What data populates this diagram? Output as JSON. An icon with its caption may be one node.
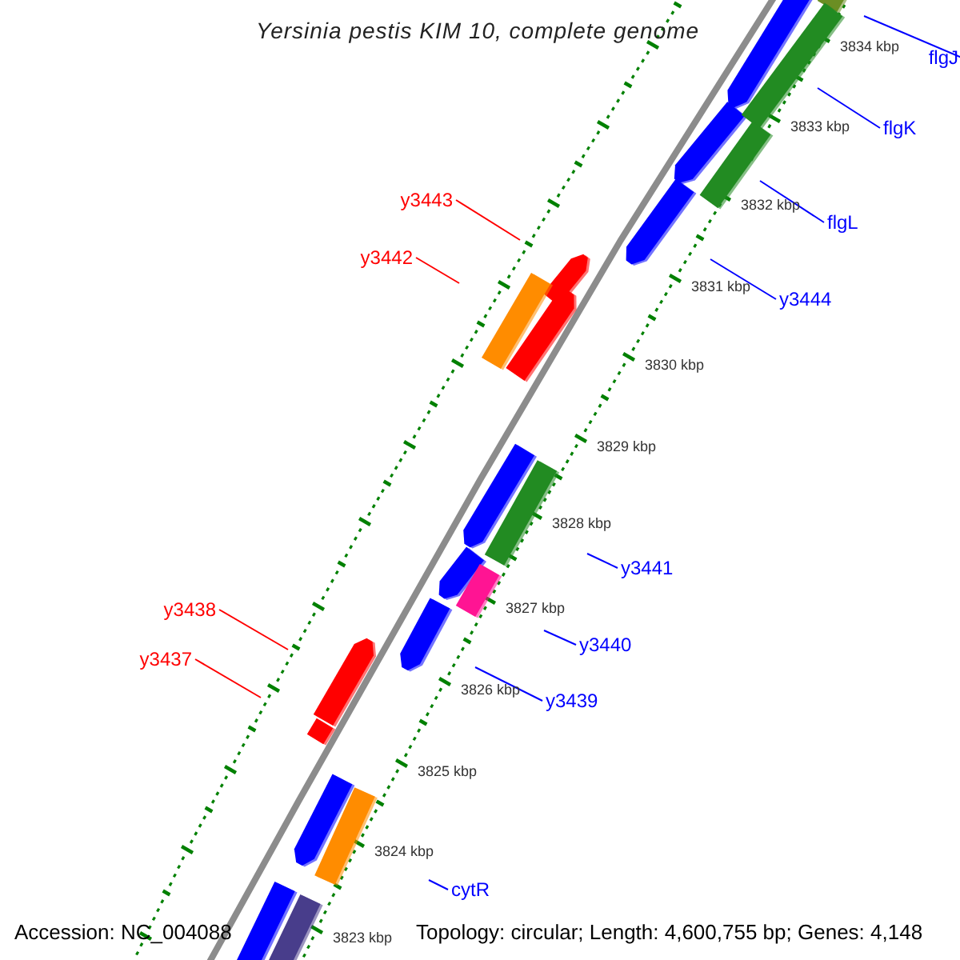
{
  "diagram": {
    "title": "Yersinia pestis KIM 10, complete genome",
    "nodes": [
      {
        "text": [
          "flgJ"
        ]
      },
      {
        "text": [
          "flgK"
        ]
      },
      {
        "text": [
          "y3443"
        ]
      },
      {
        "text": [
          "flgL"
        ]
      },
      {
        "text": [
          "y3442"
        ]
      },
      {
        "text": [
          "y3444"
        ]
      },
      {
        "text": [
          "y3441"
        ]
      },
      {
        "text": [
          "y3438"
        ]
      },
      {
        "text": [
          "y3440"
        ]
      },
      {
        "text": [
          "y3437"
        ]
      },
      {
        "text": [
          "y3439"
        ]
      },
      {
        "text": [
          "cytR"
        ]
      }
    ],
    "edges": [
      {
        "from": 0,
        "to": null,
        "arrow": "none"
      },
      {
        "from": 1,
        "to": null,
        "arrow": "none"
      },
      {
        "from": 2,
        "to": null,
        "arrow": "none",
        "color": "#ff0000"
      },
      {
        "from": 3,
        "to": null,
        "arrow": "none"
      },
      {
        "from": 4,
        "to": null,
        "arrow": "none",
        "color": "#ff0000"
      },
      {
        "from": 5,
        "to": null,
        "arrow": "none"
      },
      {
        "from": 6,
        "to": null,
        "arrow": "none"
      },
      {
        "from": 7,
        "to": null,
        "arrow": "none",
        "color": "#ff0000"
      },
      {
        "from": 8,
        "to": null,
        "arrow": "none"
      },
      {
        "from": 9,
        "to": null,
        "arrow": "none",
        "color": "#ff0000"
      },
      {
        "from": 10,
        "to": null,
        "arrow": "none"
      },
      {
        "from": 11,
        "to": null,
        "arrow": "none"
      }
    ],
    "labels": [
      "3834 kbp",
      "3833 kbp",
      "3832 kbp",
      "3831 kbp",
      "3830 kbp",
      "3829 kbp",
      "3828 kbp",
      "3827 kbp",
      "3826 kbp",
      "3825 kbp",
      "3824 kbp",
      "3823 kbp",
      "Accession: NC_004088",
      "Topology: circular; Length: 4,600,755 bp; Genes: 4,148"
    ]
  }
}
